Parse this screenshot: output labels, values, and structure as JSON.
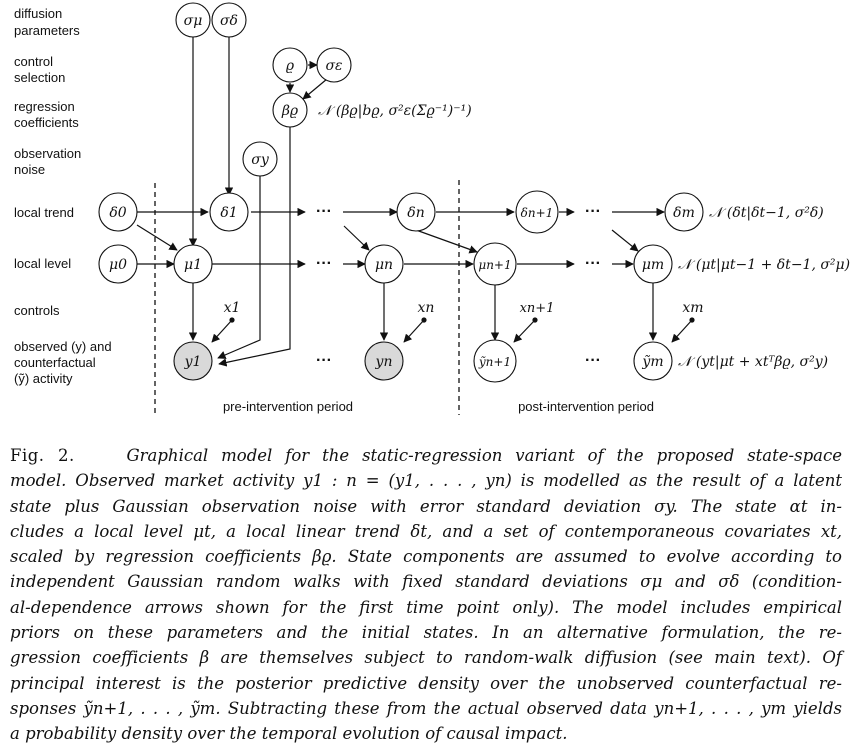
{
  "row_labels": {
    "diffusion": [
      "diffusion",
      "parameters"
    ],
    "control": [
      "control",
      "selection"
    ],
    "regression": [
      "regression",
      "coefficients"
    ],
    "noise": [
      "observation",
      "noise"
    ],
    "trend": "local trend",
    "level": "local level",
    "controls": "controls",
    "observed": [
      "observed (y) and",
      "counterfactual",
      "(ỹ) activity"
    ]
  },
  "nodes": {
    "sigma_mu": "σμ",
    "sigma_delta": "σδ",
    "rho": "ϱ",
    "sigma_eps": "σε",
    "beta_rho": "βϱ",
    "sigma_y": "σy",
    "delta_0": "δ0",
    "delta_1": "δ1",
    "delta_n": "δn",
    "delta_n1": "δn+1",
    "delta_m": "δm",
    "mu_0": "μ0",
    "mu_1": "μ1",
    "mu_n": "μn",
    "mu_n1": "μn+1",
    "mu_m": "μm",
    "x_1": "x1",
    "x_n": "xn",
    "x_n1": "xn+1",
    "x_m": "xm",
    "y_1": "y1",
    "y_n": "yn",
    "yt_n1": "ỹn+1",
    "yt_m": "ỹm"
  },
  "formulas": {
    "beta": "𝒩 (βϱ|bϱ, σ²ε(Σϱ⁻¹)⁻¹)",
    "delta": "𝒩 (δt|δt−1, σ²δ)",
    "mu": "𝒩 (μt|μt−1 + δt−1, σ²μ)",
    "y": "𝒩 (yt|μt + xtᵀβϱ, σ²y)"
  },
  "ellipsis": "···",
  "periods": {
    "pre": "pre-intervention period",
    "post": "post-intervention period"
  },
  "caption": {
    "label": "Fig. 2.",
    "lines": [
      "Graphical model for the static-regression variant of the proposed state-space",
      "model. Observed market activity y1 : n = (y1, . . . , yn) is modelled as the result of a latent",
      "state plus Gaussian observation noise with error standard deviation σy. The state αt in-",
      "cludes a local level μt, a local linear trend δt, and a set of contemporaneous covariates xt,",
      "scaled by regression coefficients βϱ. State components are assumed to evolve according to",
      "independent Gaussian random walks with fixed standard deviations σμ and σδ (condition-",
      "al-dependence arrows shown for the first time point only). The model includes empirical",
      "priors on these parameters and the initial states. In an alternative formulation, the re-",
      "gression coefficients β are themselves subject to random-walk diffusion (see main text). Of",
      "principal interest is the posterior predictive density over the unobserved counterfactual re-",
      "sponses ỹn+1, . . . , ỹm. Subtracting these from the actual observed data yn+1, . . . , ym yields",
      "a probability density over the temporal evolution of causal impact."
    ]
  },
  "colors": {
    "observed_fill": "#d9d9d9",
    "stroke": "#111111"
  }
}
